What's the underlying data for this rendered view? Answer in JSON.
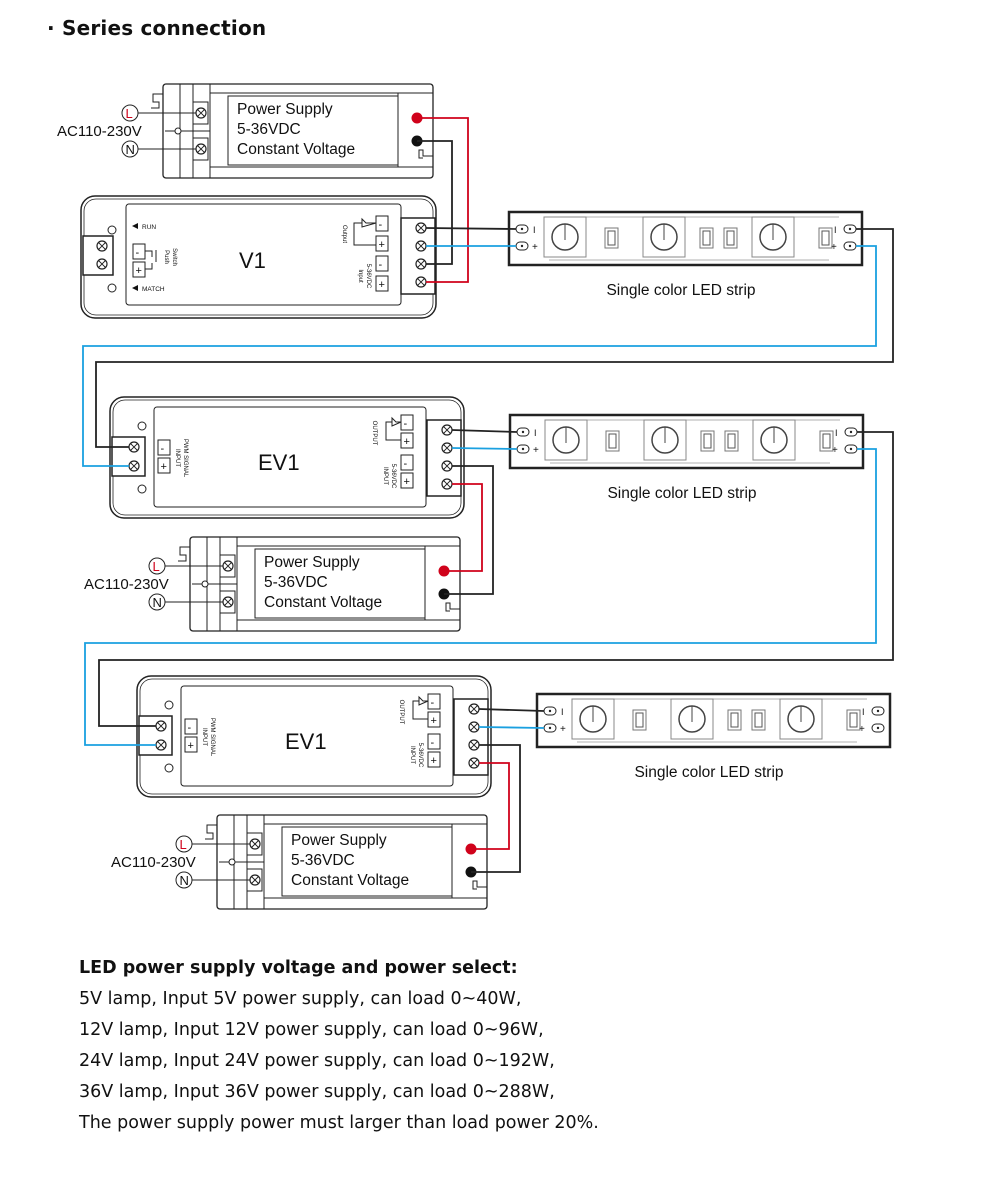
{
  "title": "· Series connection",
  "colors": {
    "wire_red": "#d0021b",
    "wire_blue": "#1aa0e0",
    "wire_black": "#222222"
  },
  "power_supply": {
    "ac_label": "AC110-230V",
    "live": "L",
    "neutral": "N",
    "lines": [
      "Power Supply",
      "5-36VDC",
      "Constant Voltage"
    ]
  },
  "v1": {
    "name": "V1",
    "run": "RUN",
    "match": "MATCH",
    "push_switch": [
      "Push",
      "Switch"
    ],
    "output": "Output",
    "input": [
      "Input",
      "5-36VDC"
    ],
    "minus": "-",
    "plus": "+"
  },
  "ev1": {
    "name": "EV1",
    "pwm_input": [
      "INPUT",
      "PWM SIGNAL"
    ],
    "output": "OUTPUT",
    "input": [
      "INPUT",
      "5-36VDC"
    ],
    "minus": "-",
    "plus": "+"
  },
  "led_strip": {
    "label": "Single color LED strip",
    "minus": "I",
    "plus": "+"
  },
  "notes": {
    "heading": "LED power supply voltage and power select:",
    "lines": [
      "5V lamp, Input 5V power supply, can load 0~40W,",
      "12V lamp, Input 12V power supply, can load 0~96W,",
      "24V lamp, Input 24V power supply, can load 0~192W,",
      "36V lamp, Input 36V power supply, can load 0~288W,",
      "The power supply power must larger than load power 20%."
    ]
  }
}
